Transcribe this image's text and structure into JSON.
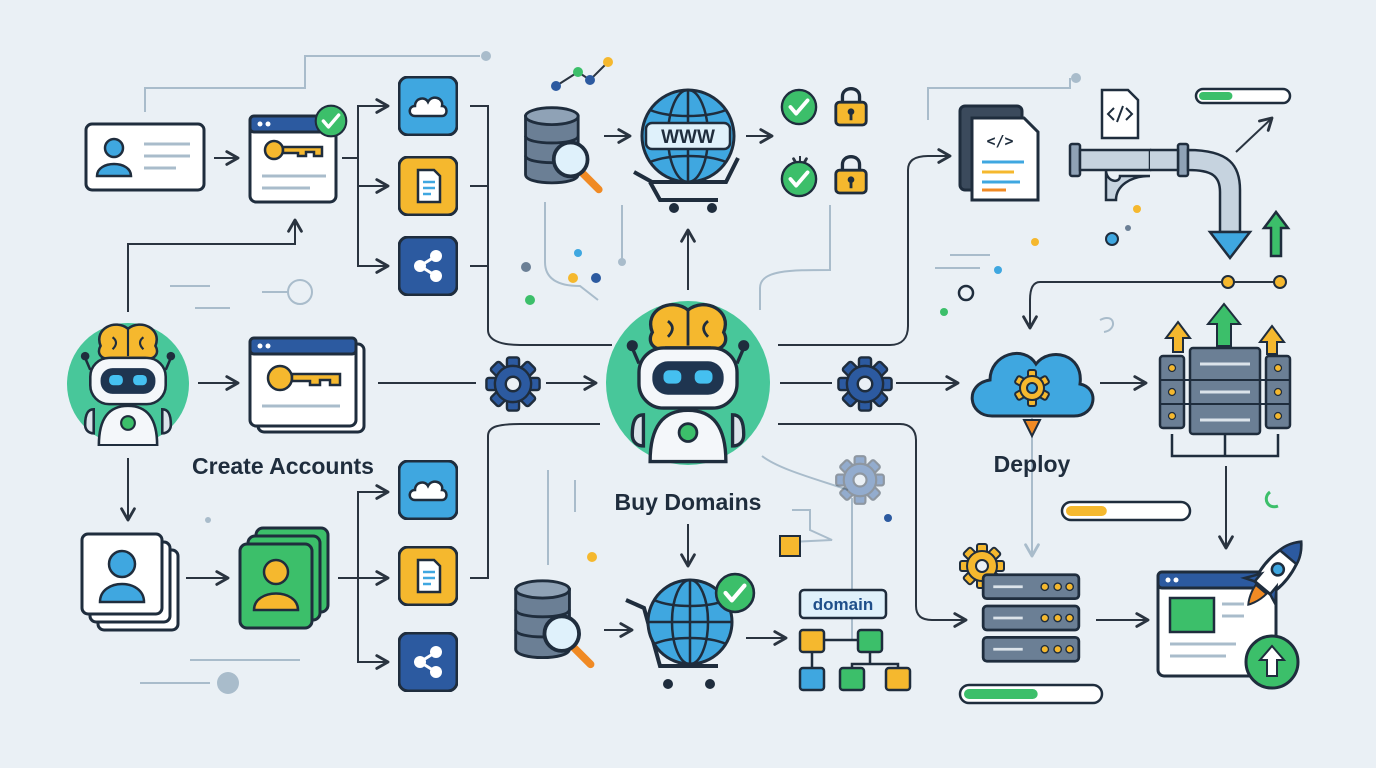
{
  "labels": {
    "create_accounts": "Create Accounts",
    "buy_domains": "Buy Domains",
    "deploy": "Deploy"
  },
  "globe_text": "WWW",
  "domain_tag": "domain",
  "code_glyph": "</>",
  "progress": {
    "top_right": 0.38,
    "deploy_bar": 0.34,
    "server_bar": 0.55
  },
  "colors": {
    "background": "#eaf0f5",
    "outline": "#1f2d3d",
    "blue": "#3fa7e0",
    "dark_blue": "#2c5aa0",
    "yellow": "#f5b82e",
    "green": "#3cbf6a",
    "orange": "#f08a24",
    "slate": "#6b7f95",
    "line": "#2a3440",
    "light_line": "#a9bccb"
  }
}
